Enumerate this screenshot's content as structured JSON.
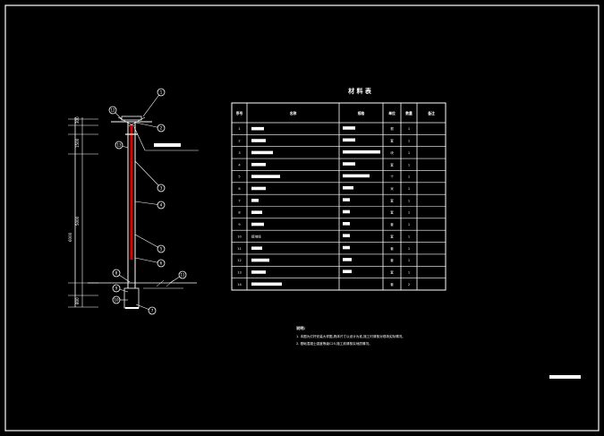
{
  "table": {
    "title": "材 料 表",
    "headers": [
      "序号",
      "名称",
      "规格",
      "单位",
      "数量",
      "备注"
    ],
    "rows": [
      {
        "no": "1",
        "unit": "根",
        "qty": "1"
      },
      {
        "no": "2",
        "unit": "套",
        "qty": "1"
      },
      {
        "no": "3",
        "unit": "块",
        "qty": "1"
      },
      {
        "no": "4",
        "unit": "套",
        "qty": "1"
      },
      {
        "no": "5",
        "unit": "个",
        "qty": "1"
      },
      {
        "no": "6",
        "unit": "米",
        "qty": "1"
      },
      {
        "no": "7",
        "unit": "套",
        "qty": "1"
      },
      {
        "no": "8",
        "unit": "套",
        "qty": "1"
      },
      {
        "no": "9",
        "unit": "套",
        "qty": "1"
      },
      {
        "no": "10",
        "name": "接地线",
        "unit": "套",
        "qty": "1"
      },
      {
        "no": "11",
        "unit": "套",
        "qty": "1"
      },
      {
        "no": "12",
        "unit": "套",
        "qty": "1"
      },
      {
        "no": "13",
        "unit": "套",
        "qty": "1"
      },
      {
        "no": "14",
        "unit": "套",
        "qty": "2"
      }
    ]
  },
  "notes": {
    "heading": "说明:",
    "lines": [
      "1. 本图为灯杆安装大样图,具体尺寸以设计为准,施工时请核对现场实际情况。",
      "2. 基础混凝土强度等级C25,施工前请核实地质情况。"
    ]
  },
  "callouts": [
    "1",
    "2",
    "3",
    "4",
    "5",
    "6",
    "7",
    "8",
    "9",
    "10",
    "11",
    "12",
    "13"
  ],
  "dims": [
    "300",
    "1500",
    "5000",
    "6000",
    "800"
  ],
  "colors": {
    "background": "#000000",
    "line": "#ffffff",
    "pole": "#e00000"
  }
}
